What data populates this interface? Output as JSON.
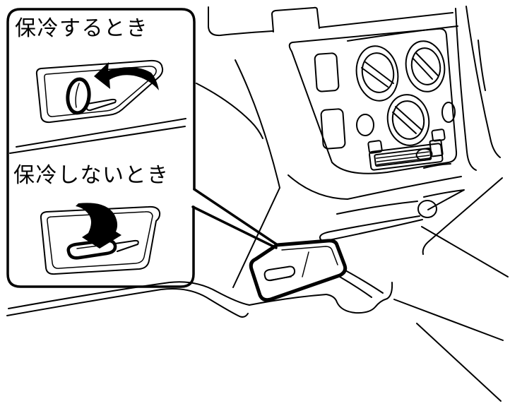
{
  "diagram": {
    "type": "owner-manual cool-box lever illustration",
    "callout": {
      "top_label": "保冷するとき",
      "bottom_label": "保冷しないとき"
    },
    "annotations": {
      "top_arrow_direction": "rotate lever up / counterclockwise",
      "bottom_arrow_direction": "rotate lever down / clockwise"
    },
    "colors": {
      "line": "#000000",
      "background": "#ffffff",
      "arrow_fill": "#000000"
    }
  }
}
